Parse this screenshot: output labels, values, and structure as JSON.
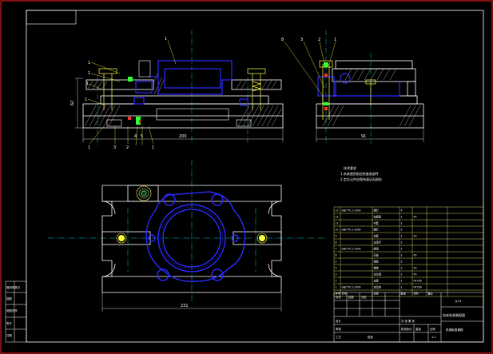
{
  "drawing": {
    "colors": {
      "background": "#000000",
      "sheet_border": "#ff2020",
      "frame": "#ffffff",
      "outline": "#ffffff",
      "part": "#2a2aff",
      "centerline": "#00c8c8",
      "dimension": "#ffffff",
      "hatch": "#e8e8e8",
      "fastener": "#ffff40",
      "accent_red": "#ff3030",
      "accent_green": "#30ff30",
      "table_line": "#ffff80",
      "leader": "#ffff40"
    },
    "front_view": {
      "balloons_top": [
        "1",
        "1",
        "1",
        "1"
      ],
      "balloon_main": "1",
      "balloons_bottom": [
        "1",
        "3",
        "2",
        "4",
        "5",
        "1"
      ],
      "dim_width": "200",
      "dim_height": "62"
    },
    "side_view": {
      "balloons_top": [
        "8",
        "3",
        "2",
        "1"
      ],
      "dim_width": "91"
    },
    "notes": {
      "title": "技术要求",
      "lines": [
        "1.夹具使用前应检查各部件",
        "2.定位元件应保持清洁无损伤"
      ]
    },
    "plan_view": {
      "dim_width": "231"
    },
    "parts_list": {
      "rows": [
        {
          "no": "13",
          "code": "GB/T70.1-2000",
          "name": "螺钉",
          "qty": "4",
          "mat": "",
          "note": ""
        },
        {
          "no": "12",
          "code": "",
          "name": "钻模板",
          "qty": "1",
          "mat": "45",
          "note": ""
        },
        {
          "no": "11",
          "code": "",
          "name": "衬套",
          "qty": "2",
          "mat": "",
          "note": ""
        },
        {
          "no": "10",
          "code": "GB/T70.1-2000",
          "name": "螺钉",
          "qty": "2",
          "mat": "",
          "note": ""
        },
        {
          "no": "9",
          "code": "",
          "name": "钻套",
          "qty": "1",
          "mat": "45",
          "note": ""
        },
        {
          "no": "8",
          "code": "",
          "name": "支承钉",
          "qty": "2",
          "mat": "",
          "note": ""
        },
        {
          "no": "7",
          "code": "GB/T70.1-2000",
          "name": "螺母",
          "qty": "2",
          "mat": "",
          "note": ""
        },
        {
          "no": "6",
          "code": "",
          "name": "压板",
          "qty": "2",
          "mat": "45",
          "note": ""
        },
        {
          "no": "5",
          "code": "",
          "name": "弹簧",
          "qty": "2",
          "mat": "",
          "note": ""
        },
        {
          "no": "4",
          "code": "",
          "name": "螺栓",
          "qty": "2",
          "mat": "45",
          "note": ""
        },
        {
          "no": "3",
          "code": "",
          "name": "定位销",
          "qty": "1",
          "mat": "45",
          "note": ""
        },
        {
          "no": "2",
          "code": "",
          "name": "支座",
          "qty": "1",
          "mat": "HT200",
          "note": ""
        },
        {
          "no": "1",
          "code": "GB/T70.1-2000",
          "name": "夹具体",
          "qty": "1",
          "mat": "HT200",
          "note": ""
        }
      ],
      "header": {
        "no": "序号",
        "code": "代号",
        "name": "名称",
        "qty": "数量",
        "mat": "材料",
        "note": "备注"
      }
    },
    "title_block": {
      "title": "钻床夹具装配图",
      "drawing_no": "JJ-01",
      "school": "机械制造课程",
      "labels": [
        "标记",
        "处数",
        "分区",
        "设计",
        "审核",
        "工艺",
        "批准",
        "阶段标记",
        "重量",
        "比例"
      ],
      "scale": "1:1",
      "sheet": "共 张 第 张"
    },
    "left_strip": {
      "labels": [
        "借用件登记",
        "描图",
        "底图总号",
        "签字",
        "日期"
      ]
    }
  }
}
